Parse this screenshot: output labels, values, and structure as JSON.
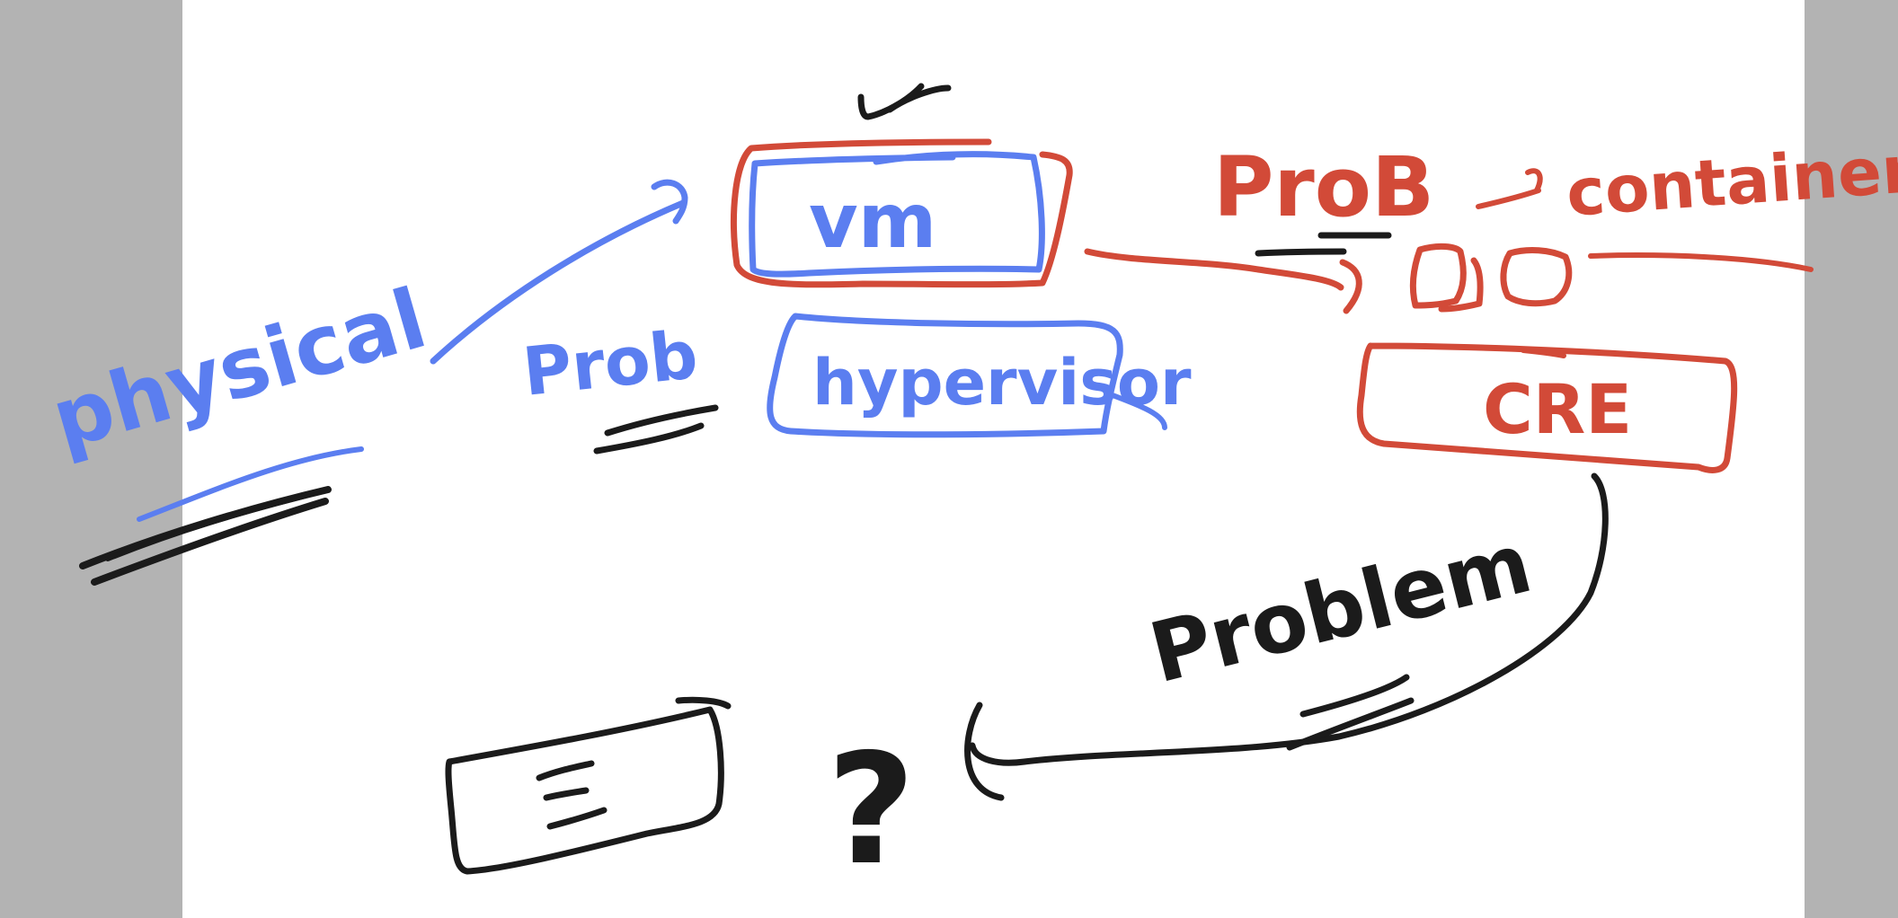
{
  "labels": {
    "physical": "physical",
    "vm": "vm",
    "hypervisor": "hypervisor",
    "prob_blue": "Prob",
    "prob_red": "ProB",
    "container": "container",
    "cre": "CRE",
    "problem": "Problem",
    "question": "?"
  },
  "colors": {
    "blue": "#5b7ef0",
    "red": "#d24a38",
    "black": "#1b1b1b",
    "margin": "#b3b3b3",
    "page": "#ffffff"
  }
}
